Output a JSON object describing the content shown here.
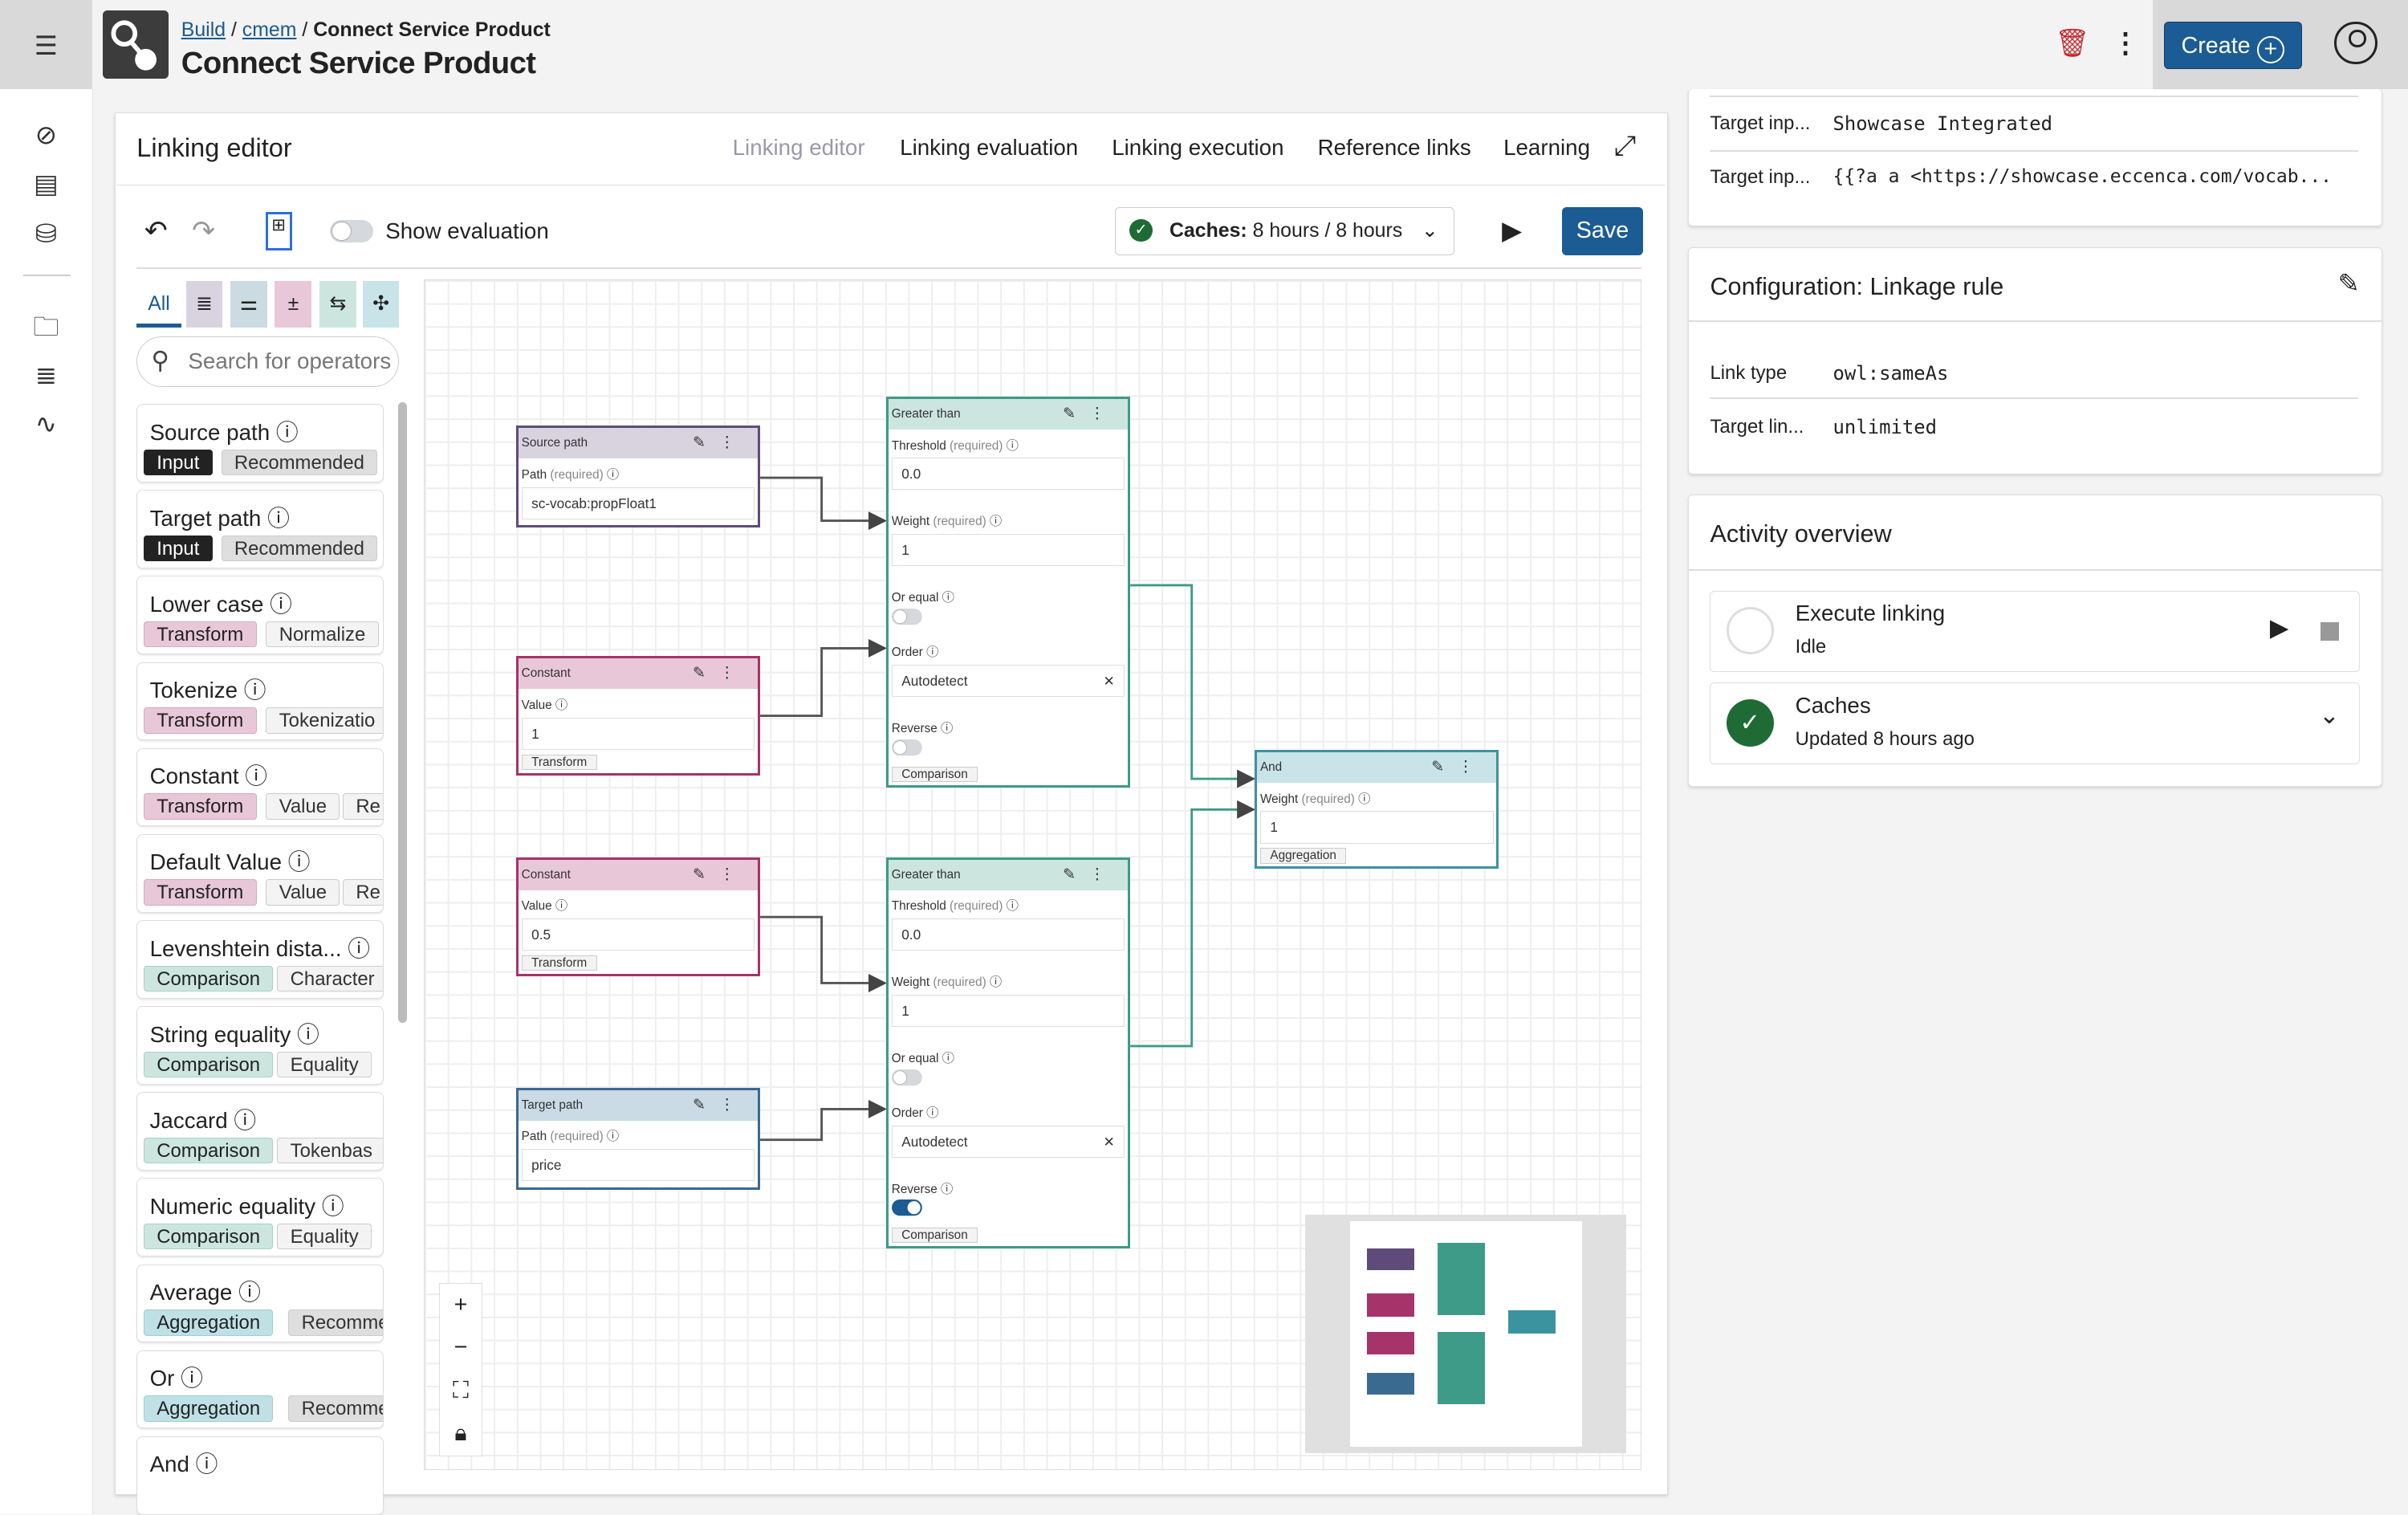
{
  "header": {
    "breadcrumb": [
      "Build",
      "cmem",
      "Connect Service Product"
    ],
    "title": "Connect Service Product",
    "create_label": "Create"
  },
  "editor": {
    "title": "Linking editor",
    "tabs": [
      "Linking editor",
      "Linking evaluation",
      "Linking execution",
      "Reference links",
      "Learning"
    ],
    "active_tab": 0,
    "toolbar": {
      "show_evaluation": "Show evaluation",
      "caches_label": "Caches:",
      "caches_value": "8 hours / 8 hours",
      "save": "Save"
    },
    "filter": {
      "all": "All",
      "search_placeholder": "Search for operators"
    },
    "operators": [
      {
        "name": "Source path",
        "tags": [
          "Input",
          "Recommended"
        ]
      },
      {
        "name": "Target path",
        "tags": [
          "Input",
          "Recommended"
        ]
      },
      {
        "name": "Lower case",
        "tags": [
          "Transform",
          "Normalize"
        ]
      },
      {
        "name": "Tokenize",
        "tags": [
          "Transform",
          "Tokenizatio"
        ]
      },
      {
        "name": "Constant",
        "tags": [
          "Transform",
          "Value",
          "Re"
        ]
      },
      {
        "name": "Default Value",
        "tags": [
          "Transform",
          "Value",
          "Re"
        ]
      },
      {
        "name": "Levenshtein dista...",
        "tags": [
          "Comparison",
          "Character"
        ]
      },
      {
        "name": "String equality",
        "tags": [
          "Comparison",
          "Equality"
        ]
      },
      {
        "name": "Jaccard",
        "tags": [
          "Comparison",
          "Tokenbas"
        ]
      },
      {
        "name": "Numeric equality",
        "tags": [
          "Comparison",
          "Equality"
        ]
      },
      {
        "name": "Average",
        "tags": [
          "Aggregation",
          "Recomme"
        ]
      },
      {
        "name": "Or",
        "tags": [
          "Aggregation",
          "Recomme"
        ]
      },
      {
        "name": "And",
        "tags": []
      }
    ],
    "nodes": {
      "source": {
        "title": "Source path",
        "label": "Path",
        "req": "(required)",
        "value": "sc-vocab:propFloat1"
      },
      "const1": {
        "title": "Constant",
        "label": "Value",
        "value": "1",
        "tag": "Transform"
      },
      "const2": {
        "title": "Constant",
        "label": "Value",
        "value": "0.5",
        "tag": "Transform"
      },
      "target": {
        "title": "Target path",
        "label": "Path",
        "req": "(required)",
        "value": "price"
      },
      "gt1": {
        "title": "Greater than",
        "threshold": "Threshold",
        "req": "(required)",
        "threshold_value": "0.0",
        "weight": "Weight",
        "weight_value": "1",
        "or_equal": "Or equal",
        "order": "Order",
        "order_value": "Autodetect",
        "reverse": "Reverse",
        "reverse_on": false,
        "tag": "Comparison"
      },
      "gt2": {
        "title": "Greater than",
        "threshold": "Threshold",
        "req": "(required)",
        "threshold_value": "0.0",
        "weight": "Weight",
        "weight_value": "1",
        "or_equal": "Or equal",
        "order": "Order",
        "order_value": "Autodetect",
        "reverse": "Reverse",
        "reverse_on": true,
        "tag": "Comparison"
      },
      "and": {
        "title": "And",
        "weight": "Weight",
        "req": "(required)",
        "weight_value": "1",
        "tag": "Aggregation"
      }
    }
  },
  "side": {
    "input": [
      {
        "k": "Target inp...",
        "v": "Showcase Integrated"
      },
      {
        "k": "Target inp...",
        "v": "{{?a a <https://showcase.eccenca.com/vocab..."
      }
    ],
    "config": {
      "title": "Configuration: Linkage rule",
      "rows": [
        {
          "k": "Link type",
          "v": "owl:sameAs"
        },
        {
          "k": "Target lin...",
          "v": "unlimited"
        }
      ]
    },
    "activity": {
      "title": "Activity overview",
      "items": [
        {
          "name": "Execute linking",
          "status": "Idle"
        },
        {
          "name": "Caches",
          "status": "Updated 8 hours ago"
        }
      ]
    }
  },
  "colors": {
    "primary": "#1b5c94",
    "input": "#5f4b7a",
    "transform": "#a6336a",
    "comparison": "#3d9b88",
    "aggregation": "#3c93a0",
    "target": "#3a6a90",
    "danger": "#c3282e"
  }
}
